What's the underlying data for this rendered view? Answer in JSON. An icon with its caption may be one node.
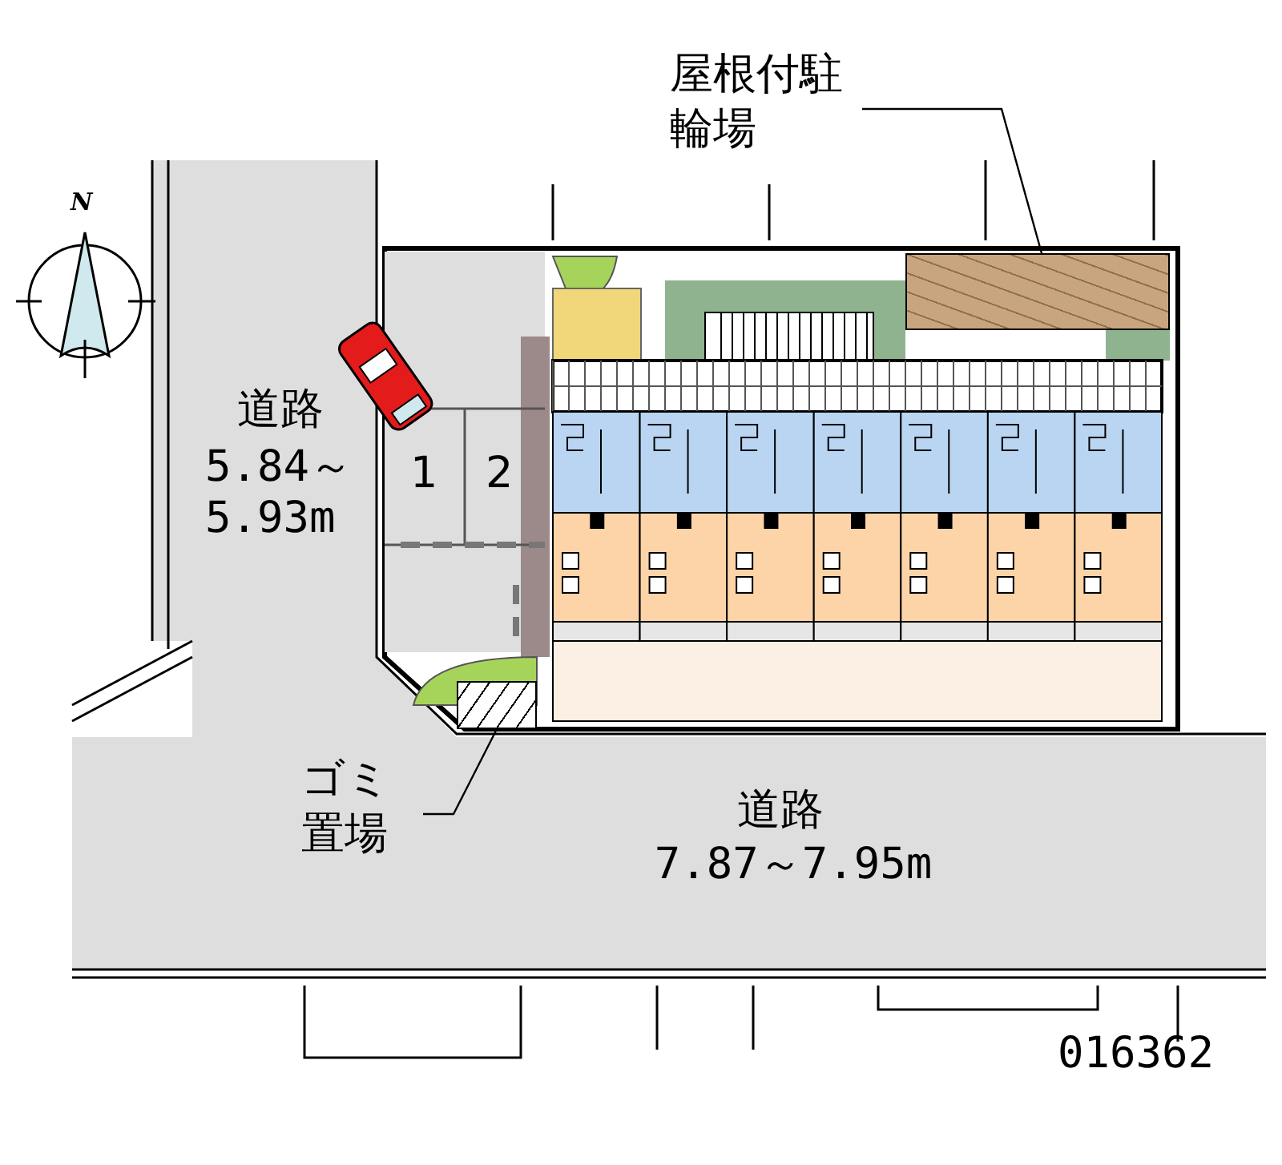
{
  "diagram": {
    "nodes": [
      {
        "text": [
          "屋根付駐輪場"
        ]
      },
      {
        "text": [],
        "shape": "box"
      },
      {
        "text": [
          "ゴミ置場"
        ]
      },
      {
        "text": [],
        "shape": "box"
      }
    ],
    "edges": [
      {
        "from": 0,
        "to": 1,
        "arrow": "none"
      },
      {
        "from": 2,
        "to": 3,
        "arrow": "none"
      }
    ],
    "labels": [
      "N",
      "道路",
      "5.84～5.93m",
      "1",
      "2",
      "道路",
      "7.87～7.95m",
      "016362"
    ]
  }
}
